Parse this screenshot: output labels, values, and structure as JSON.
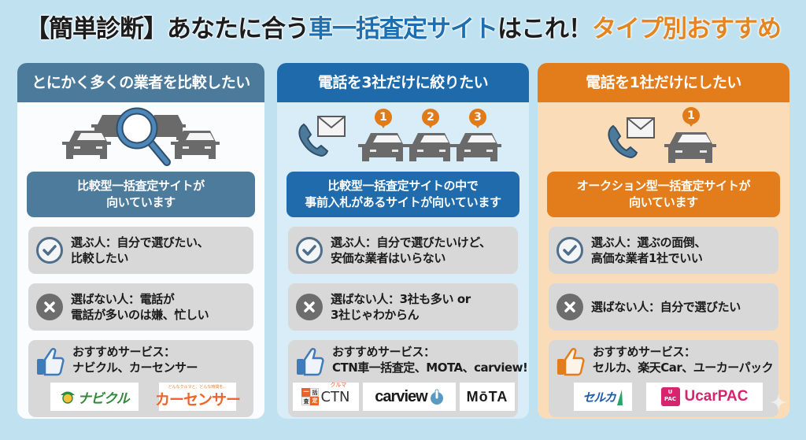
{
  "title": {
    "part1": "【簡単診断】あなたに合う",
    "part2": "車一括査定サイト",
    "part3": "はこれ！",
    "part4": "タイプ別おすすめ"
  },
  "colors": {
    "background": "#bfe1f0",
    "col1_accent": "#4c7a9b",
    "col2_accent": "#1e6aaa",
    "col3_accent": "#e37d1b"
  },
  "columns": [
    {
      "heading": "とにかく多くの業者を比較したい",
      "illustration": "magnifier-over-cars",
      "verdict": {
        "line1": "比較型一括査定サイトが",
        "line2": "向いています"
      },
      "choose": {
        "line1": "選ぶ人：自分で選びたい、",
        "line2": "比較したい"
      },
      "not_choose": {
        "line1": "選ばない人：電話が",
        "line2": "電話が多いのは嫌、忙しい"
      },
      "recommend": {
        "line1": "おすすめサービス：",
        "line2": "ナビクル、カーセンサー"
      },
      "logos": [
        {
          "name": "ナビクル"
        },
        {
          "name": "カーセンサー",
          "tagline": "どんなクルマと、どんな時間を。"
        }
      ]
    },
    {
      "heading": "電話を3社だけに絞りたい",
      "illustration": "phone-mail-3-cars",
      "badges": [
        "1",
        "2",
        "3"
      ],
      "verdict": {
        "line1": "比較型一括査定サイトの中で",
        "line2": "事前入札があるサイトが向いています"
      },
      "choose": {
        "line1": "選ぶ人：自分で選びたいけど、",
        "line2": "安価な業者はいらない"
      },
      "not_choose": {
        "line1": "選ばない人：3社も多い or",
        "line2": "3社じゃわからん"
      },
      "recommend": {
        "line1": "おすすめサービス：",
        "line2": "CTN車一括査定、MOTA、carview!"
      },
      "logos": [
        {
          "name": "CTN",
          "box": [
            "一",
            "括",
            "査",
            "定"
          ],
          "tag": "クルマ"
        },
        {
          "name": "carview"
        },
        {
          "name": "MōTA"
        }
      ]
    },
    {
      "heading": "電話を1社だけにしたい",
      "illustration": "phone-mail-1-car",
      "badges": [
        "1"
      ],
      "verdict": {
        "line1": "オークション型一括査定サイトが",
        "line2": "向いています"
      },
      "choose": {
        "line1": "選ぶ人：選ぶの面倒、",
        "line2": "高価な業者1社でいい"
      },
      "not_choose": {
        "line1": "選ばない人：自分で選びたい",
        "line2": ""
      },
      "recommend": {
        "line1": "おすすめサービス：",
        "line2": "セルカ、楽天Car、ユーカーパック"
      },
      "logos": [
        {
          "name": "セルカ"
        },
        {
          "name": "UcarPAC",
          "box_top": "U",
          "box_bottom": "PAC"
        }
      ]
    }
  ]
}
